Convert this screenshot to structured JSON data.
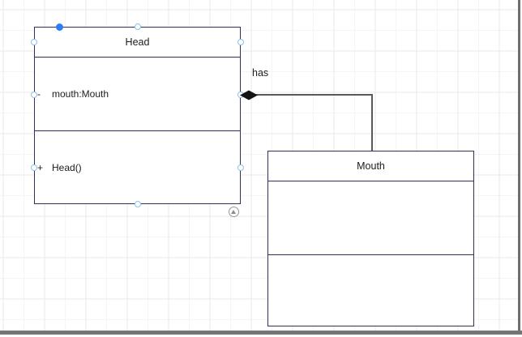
{
  "page": {
    "grid_minor_color": "#f5f5f5",
    "grid_major_color": "#eaeaea",
    "edge_color": "#757575"
  },
  "uml": {
    "head": {
      "title": "Head",
      "attributes": [
        {
          "visibility": "-",
          "name": "mouth:Mouth"
        }
      ],
      "operations": [
        {
          "visibility": "+",
          "name": "Head()"
        }
      ]
    },
    "mouth": {
      "title": "Mouth"
    }
  },
  "relationship": {
    "label": "has",
    "type": "aggregation",
    "diamond_fill": "#141414",
    "line_color": "#595959"
  },
  "selection": {
    "endpoint_fill": "#2e7df6",
    "connection_point_ring": "#8fc0ea"
  },
  "colors": {
    "class_border": "#30305a",
    "text": "#1c1c1c"
  }
}
